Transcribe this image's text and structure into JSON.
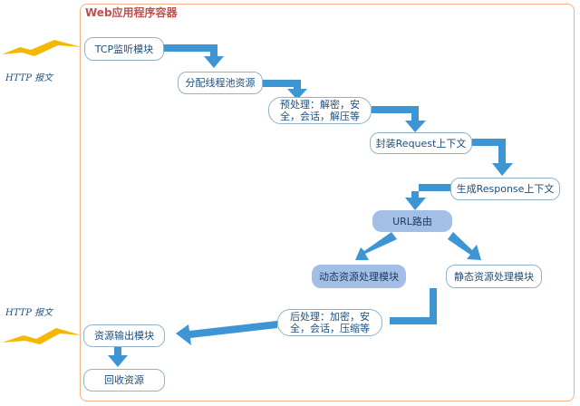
{
  "container_title": "Web应用程序容器",
  "side_labels": {
    "top": "HTTP 报文",
    "bottom": "HTTP 报文"
  },
  "nodes": {
    "tcp": "TCP监听模块",
    "alloc": "分配线程池资源",
    "pre": "预处理：解密，安\n全，会话，解压等",
    "request": "封装Request上下文",
    "response": "生成Response上下文",
    "url": "URL路由",
    "dynamic": "动态资源处理模块",
    "static": "静态资源处理模块",
    "post": "后处理：加密，安\n全，会话，压缩等",
    "output": "资源输出模块",
    "recycle": "回收资源"
  },
  "colors": {
    "arrow": "#3d95d4",
    "lightning": "#f5b800",
    "border": "#f4b183",
    "node_border": "#8fb4c9",
    "node_text": "#1f4e79",
    "filled_node": "#a4bfe6"
  }
}
